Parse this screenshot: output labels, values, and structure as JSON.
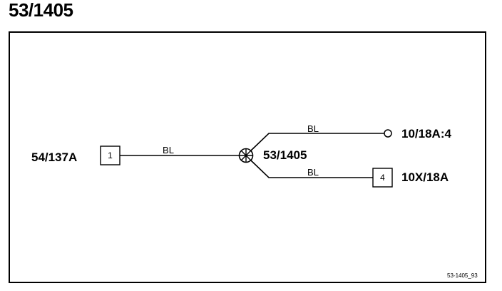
{
  "title": "53/1405",
  "diagram": {
    "left_connector": {
      "name": "54/137A",
      "pin": "1"
    },
    "wire_main": {
      "color_code": "BL"
    },
    "splice": {
      "name": "53/1405"
    },
    "branch_upper": {
      "color_code": "BL",
      "terminal": "10/18A:4"
    },
    "branch_lower": {
      "color_code": "BL",
      "pin": "4",
      "connector": "10X/18A"
    },
    "reference": "53-1405_93"
  }
}
